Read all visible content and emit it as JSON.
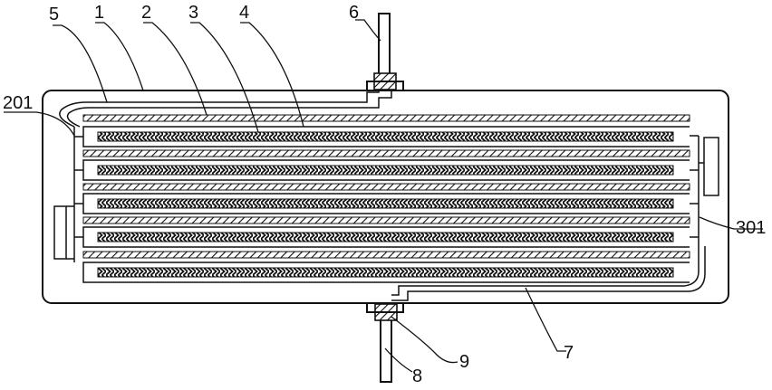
{
  "labels": {
    "l1": "1",
    "l2": "2",
    "l3": "3",
    "l4": "4",
    "l5": "5",
    "l6": "6",
    "l7": "7",
    "l8": "8",
    "l9": "9",
    "l201": "201",
    "l301": "301"
  },
  "colors": {
    "line": "#111111",
    "background": "#ffffff",
    "hatch": "#111111"
  }
}
